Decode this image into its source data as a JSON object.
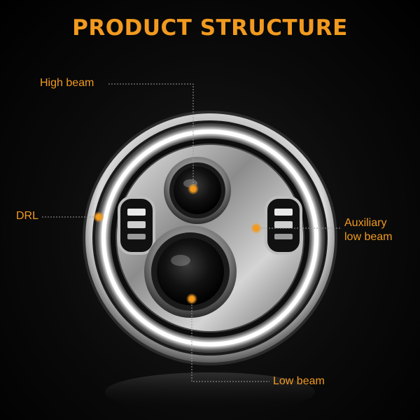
{
  "title": "PRODUCT STRUCTURE",
  "colors": {
    "accent": "#f29a1f",
    "background": "#000000",
    "chrome": "#c8c8c8",
    "halo": "#ffffff"
  },
  "labels": {
    "high_beam": "High beam",
    "drl": "DRL",
    "auxiliary_low_beam_line1": "Auxiliary",
    "auxiliary_low_beam_line2": "low beam",
    "low_beam": "Low beam"
  }
}
